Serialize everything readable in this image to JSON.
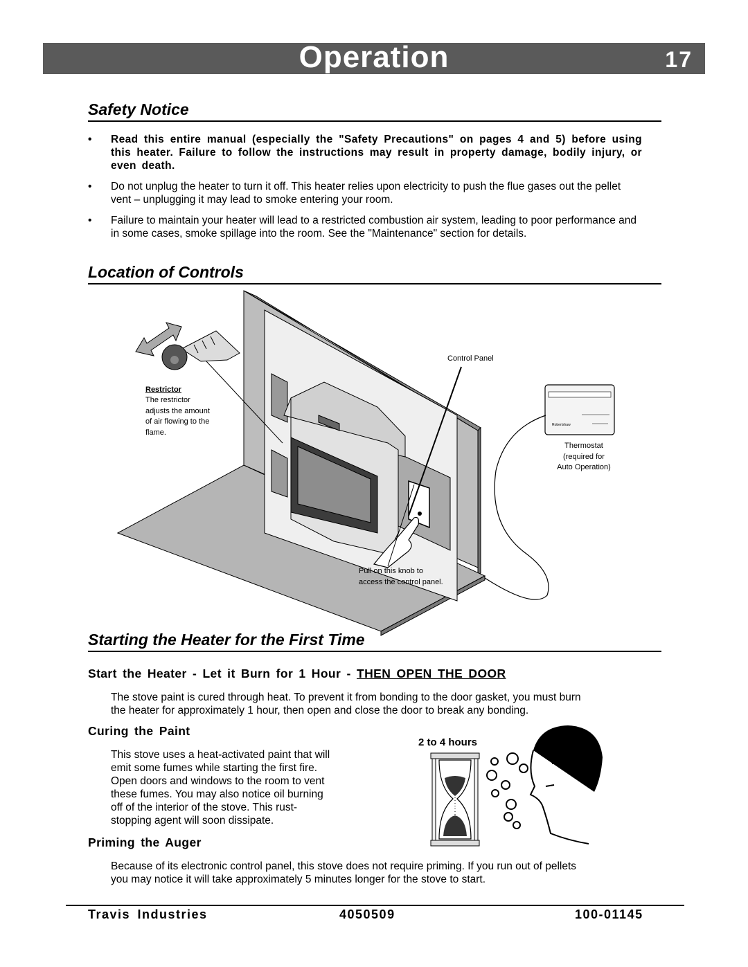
{
  "header": {
    "title": "Operation",
    "page_number": "17"
  },
  "safety": {
    "heading": "Safety  Notice",
    "bullets": [
      "Read this entire manual (especially the \"Safety Precautions\" on pages 4 and 5) before using this heater. Failure to follow the instructions may result in property damage, bodily injury, or even death.",
      "Do not unplug the heater to turn it off.  This heater relies upon electricity to push the flue gases out the pellet vent – unplugging it may lead to smoke entering your room.",
      "Failure to maintain your heater will lead to a restricted combustion air system, leading to poor performance and in some cases, smoke spillage into the room.  See the \"Maintenance\" section for details."
    ]
  },
  "controls": {
    "heading": "Location  of  Controls",
    "restrictor_title": "Restrictor",
    "restrictor_lines": [
      "The restrictor",
      "adjusts the amount",
      "of air flowing to the",
      "flame."
    ],
    "control_panel_label": "Control Panel",
    "thermostat_lines": [
      "Thermostat",
      "(required for",
      "Auto Operation)"
    ],
    "thermostat_brand": "Robertshaw",
    "knob_lines": [
      "Pull on this knob to",
      "access the control panel."
    ]
  },
  "starting": {
    "heading": "Starting  the  Heater  for  the  First  Time",
    "subheading_plain": "Start  the  Heater  -  Let  it  Burn  for  1  Hour  - ",
    "subheading_underlined": "THEN  OPEN  THE  DOOR",
    "intro_lines": [
      "The stove paint is cured through heat.  To prevent it from bonding to the door gasket, you must burn",
      "the heater for approximately 1 hour, then open and close the door to break any bonding."
    ],
    "curing_heading": "Curing  the  Paint",
    "curing_lines": [
      "This stove uses a heat-activated paint that will",
      "emit some fumes while starting the first fire.",
      "Open doors and windows to the room to vent",
      "these fumes.  You may also notice oil burning",
      "off of the interior of the stove.  This rust-",
      "stopping agent will soon dissipate."
    ],
    "hours_label": "2 to 4 hours",
    "priming_heading": "Priming  the  Auger",
    "priming_lines": [
      "Because of its electronic control panel, this stove does not require priming.  If you run out of pellets",
      "you may notice it will take approximately 5 minutes longer for the stove to start."
    ]
  },
  "footer": {
    "company": "Travis  Industries",
    "code": "4050509",
    "doc_number": "100-01145"
  }
}
